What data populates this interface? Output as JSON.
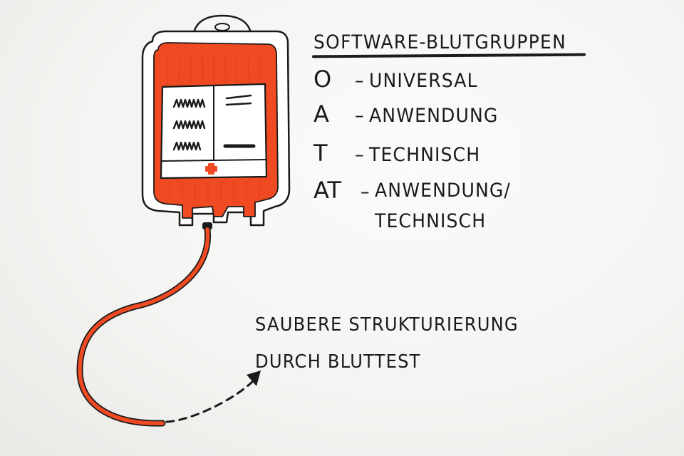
{
  "heading": "SOFTWARE-BLUTGRUPPEN",
  "legend": [
    {
      "code": "O",
      "sep": "–",
      "desc": "UNIVERSAL"
    },
    {
      "code": "A",
      "sep": "–",
      "desc": "ANWENDUNG"
    },
    {
      "code": "T",
      "sep": "–",
      "desc": "TECHNISCH"
    },
    {
      "code": "AT",
      "sep": "–",
      "desc_line1": "ANWENDUNG/",
      "desc_line2": "TECHNISCH"
    }
  ],
  "note": {
    "line1": "SAUBERE STRUKTURIERUNG",
    "line2": "DURCH BLUTTEST"
  },
  "colors": {
    "blood": "#f04a23",
    "ink": "#1a1a1a",
    "bag_shadow": "#dcdcda"
  },
  "icons": {
    "blood_bag": "blood-bag-icon",
    "cross": "red-cross-icon",
    "arrow": "dashed-arrow-icon"
  }
}
